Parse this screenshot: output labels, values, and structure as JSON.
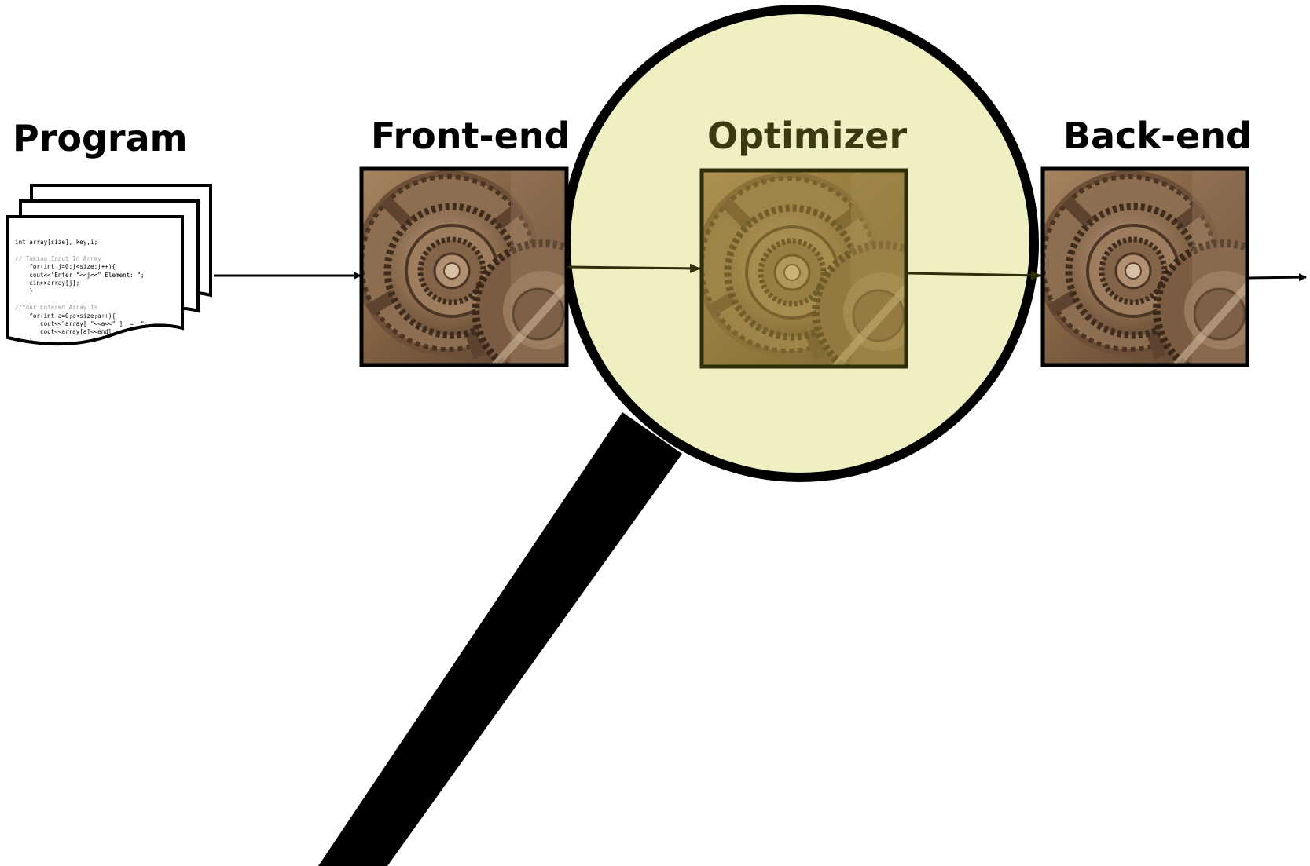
{
  "stages": {
    "program": "Program",
    "frontend": "Front-end",
    "optimizer": "Optimizer",
    "backend": "Back-end"
  },
  "code_lines": [
    "int array[size], key,i;",
    "",
    "// Taking Input In Array",
    "    for(int j=0;j<size;j++){",
    "    cout<<\"Enter \"<<j<<\" Element: \";",
    "    cin>>array[j];",
    "    }",
    "",
    "//Your Entered Array Is",
    "    for(int a=0;a<size;a++){",
    "       cout<<\"array[ \"<<a<<\" ]  =  \";",
    "       cout<<array[a]<<endl;",
    "    }"
  ],
  "colors": {
    "magnifier_fill": "#f0efc2",
    "gear_sepia": "#8b6a48",
    "optimizer_tint": "#9a8a40",
    "optimizer_label": "#3a3a10"
  },
  "icons": {
    "program": "code-document-stack-icon",
    "frontend": "gears-photo-icon",
    "optimizer": "gears-photo-icon",
    "backend": "gears-photo-icon",
    "zoom": "magnifying-glass-icon"
  }
}
